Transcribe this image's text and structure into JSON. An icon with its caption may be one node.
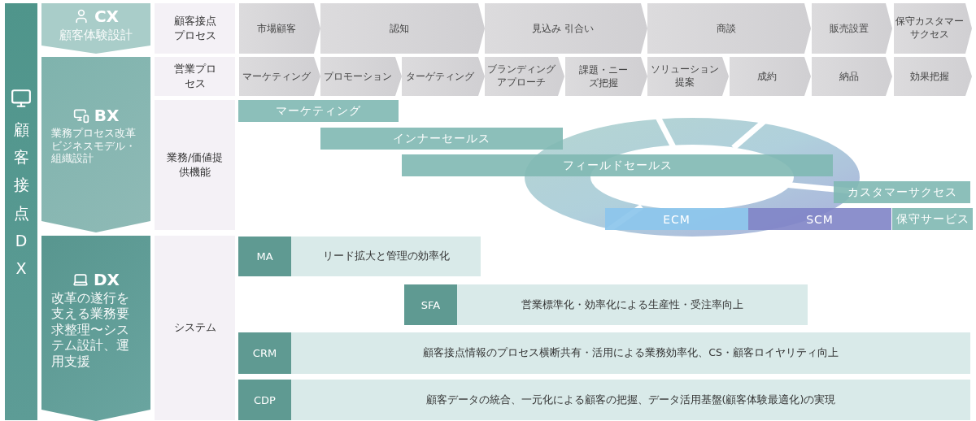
{
  "diagram": {
    "nodes": [
      {
        "text": [
          "顧客接点DX"
        ]
      },
      {
        "text": [
          "CX",
          "顧客体験設計"
        ]
      },
      {
        "text": [
          "BX",
          "業務プロセス改革ビジネスモデル・組織設計"
        ]
      },
      {
        "text": [
          "DX",
          "改革の遂行を支える業務要求整理〜システム設計、運用支援"
        ]
      },
      {
        "text": [
          "顧客接点プロセス"
        ]
      },
      {
        "text": [
          "営業プロセス"
        ]
      },
      {
        "text": [
          "業務/価値提供機能"
        ]
      },
      {
        "text": [
          "システム"
        ]
      },
      {
        "text": [
          "市場顧客"
        ]
      },
      {
        "text": [
          "認知"
        ]
      },
      {
        "text": [
          "見込み 引合い"
        ]
      },
      {
        "text": [
          "商談"
        ]
      },
      {
        "text": [
          "販売設置"
        ]
      },
      {
        "text": [
          "保守カスタマーサクセス"
        ]
      },
      {
        "text": [
          "マーケティング"
        ]
      },
      {
        "text": [
          "プロモーション"
        ]
      },
      {
        "text": [
          "ターゲティング"
        ]
      },
      {
        "text": [
          "ブランディングアプローチ"
        ]
      },
      {
        "text": [
          "課題・ニーズ把握"
        ]
      },
      {
        "text": [
          "ソリューション提案"
        ]
      },
      {
        "text": [
          "成約"
        ]
      },
      {
        "text": [
          "納品"
        ]
      },
      {
        "text": [
          "効果把握"
        ]
      },
      {
        "text": [
          "マーケティング"
        ]
      },
      {
        "text": [
          "インナーセールス"
        ]
      },
      {
        "text": [
          "フィールドセールス"
        ]
      },
      {
        "text": [
          "カスタマーサクセス"
        ]
      },
      {
        "text": [
          "ECM"
        ]
      },
      {
        "text": [
          "SCM"
        ]
      },
      {
        "text": [
          "保守サービス"
        ]
      },
      {
        "text": [
          "MA",
          "リード拡大と管理の効率化"
        ]
      },
      {
        "text": [
          "SFA",
          "営業標準化・効率化による生産性・受注率向上"
        ]
      },
      {
        "text": [
          "CRM",
          "顧客接点情報のプロセス横断共有・活用による業務効率化、CS・顧客ロイヤリティ向上"
        ]
      },
      {
        "text": [
          "CDP",
          "顧客データの統合、一元化による顧客の把握、データ活用基盤(顧客体験最適化)の実現"
        ]
      }
    ]
  }
}
